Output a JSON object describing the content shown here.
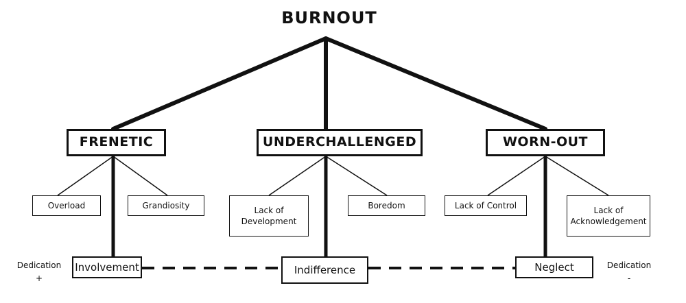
{
  "title": "BURNOUT",
  "categories": [
    {
      "label": "FRENETIC",
      "causes": [
        "Overload",
        "Grandiosity"
      ],
      "outcome": "Involvement"
    },
    {
      "label": "UNDERCHALLENGED",
      "causes": [
        "Lack of Development",
        "Boredom"
      ],
      "outcome": "Indifference"
    },
    {
      "label": "WORN-OUT",
      "causes": [
        "Lack of Control",
        "Lack of Acknowledgement"
      ],
      "outcome": "Neglect"
    }
  ],
  "scale": {
    "left": {
      "label": "Dedication",
      "sign": "+"
    },
    "right": {
      "label": "Dedication",
      "sign": "-"
    }
  }
}
